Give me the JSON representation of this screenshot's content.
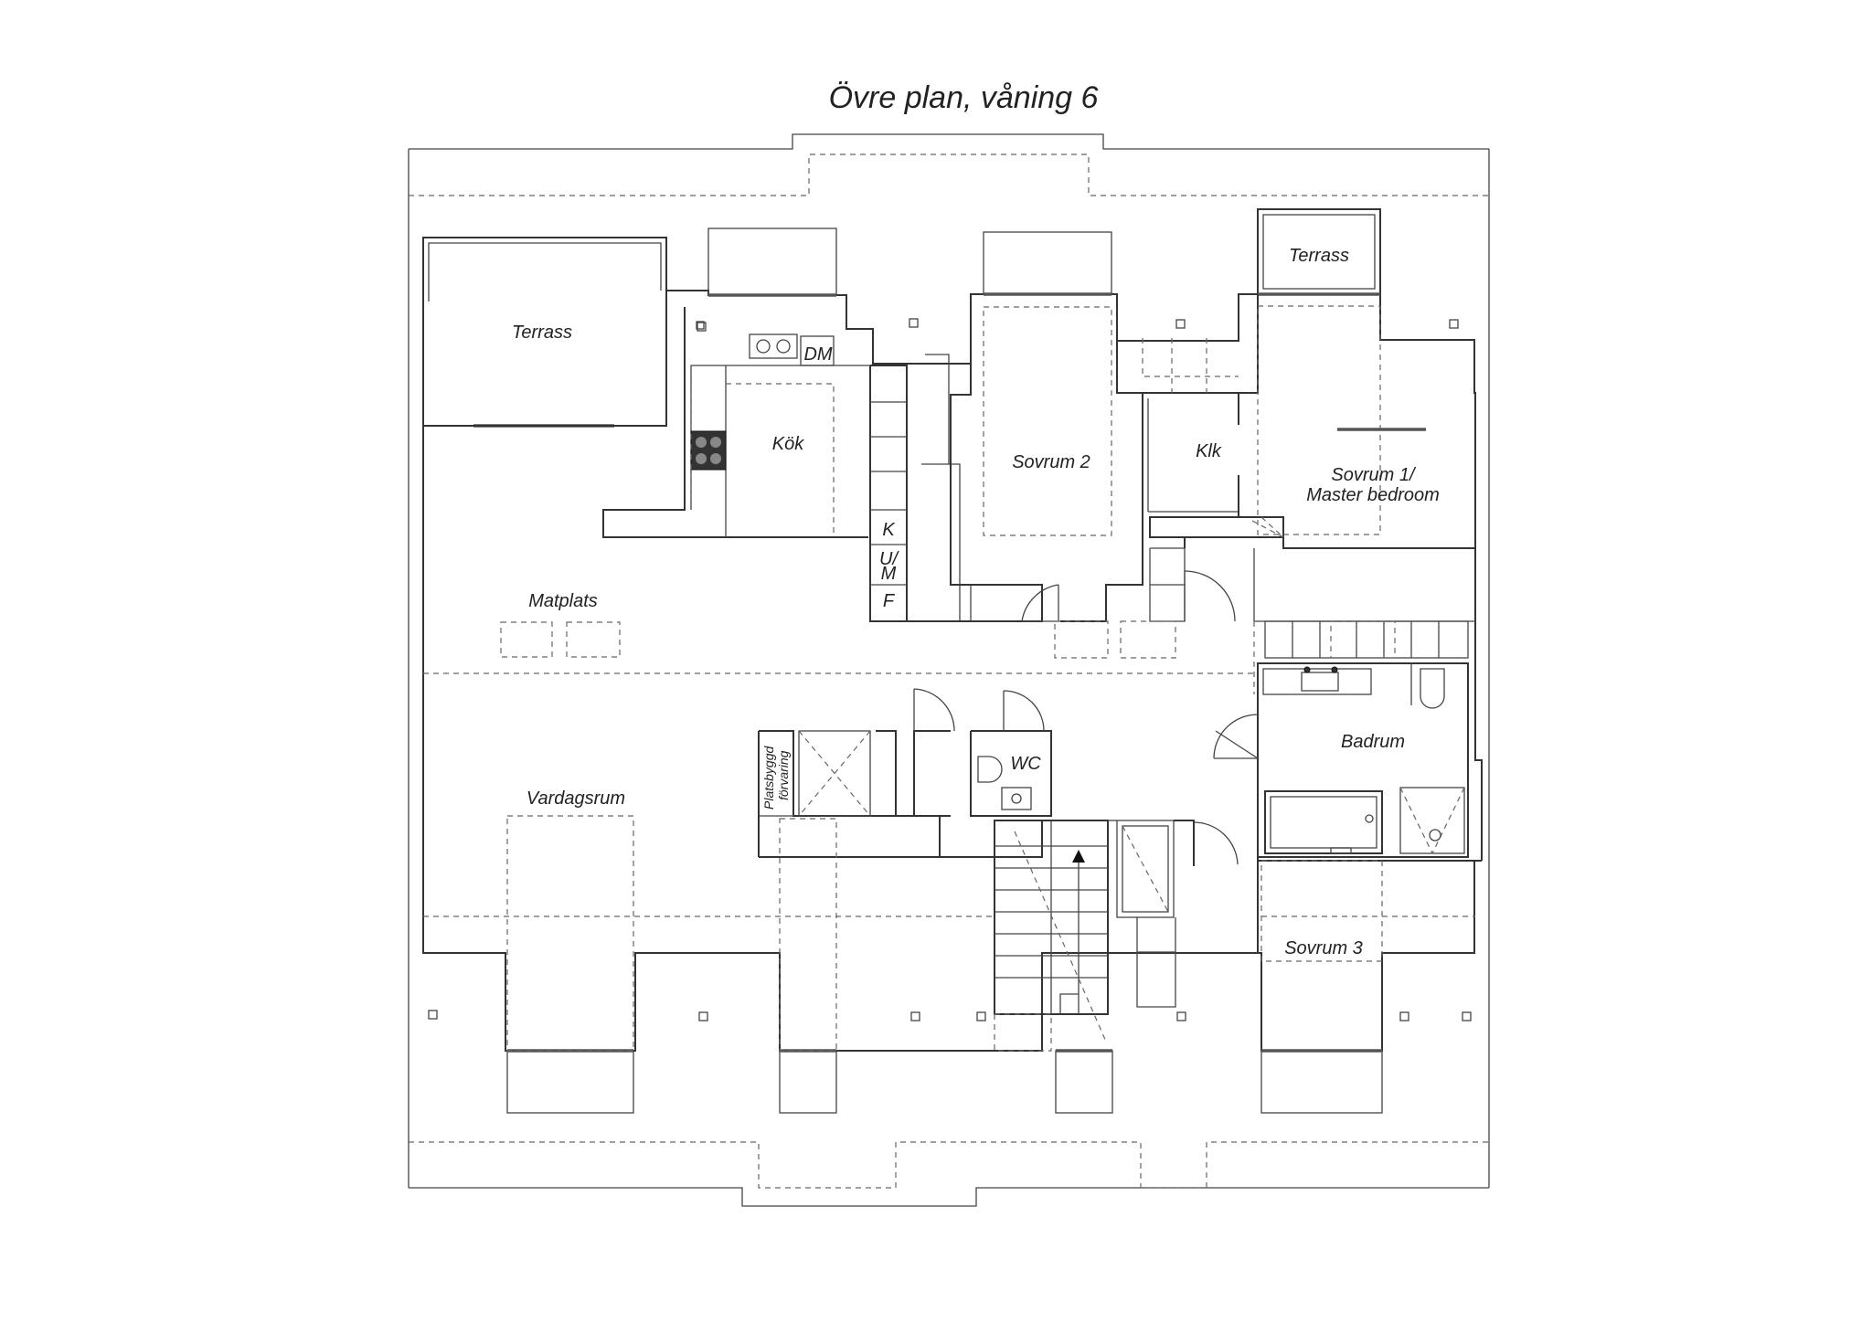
{
  "title": "Övre plan, våning 6",
  "rooms": {
    "terrass_left": "Terrass",
    "terrass_right": "Terrass",
    "kok": "Kök",
    "dm": "DM",
    "sovrum2": "Sovrum 2",
    "klk": "Klk",
    "sovrum1_line1": "Sovrum 1/",
    "sovrum1_line2": "Master bedroom",
    "matplats": "Matplats",
    "k": "K",
    "um_line1": "U/",
    "um_line2": "M",
    "f": "F",
    "badrum": "Badrum",
    "wc": "WC",
    "platsbyggd_line1": "Platsbyggd",
    "platsbyggd_line2": "förvaring",
    "vardagsrum": "Vardagsrum",
    "sovrum3": "Sovrum 3"
  }
}
